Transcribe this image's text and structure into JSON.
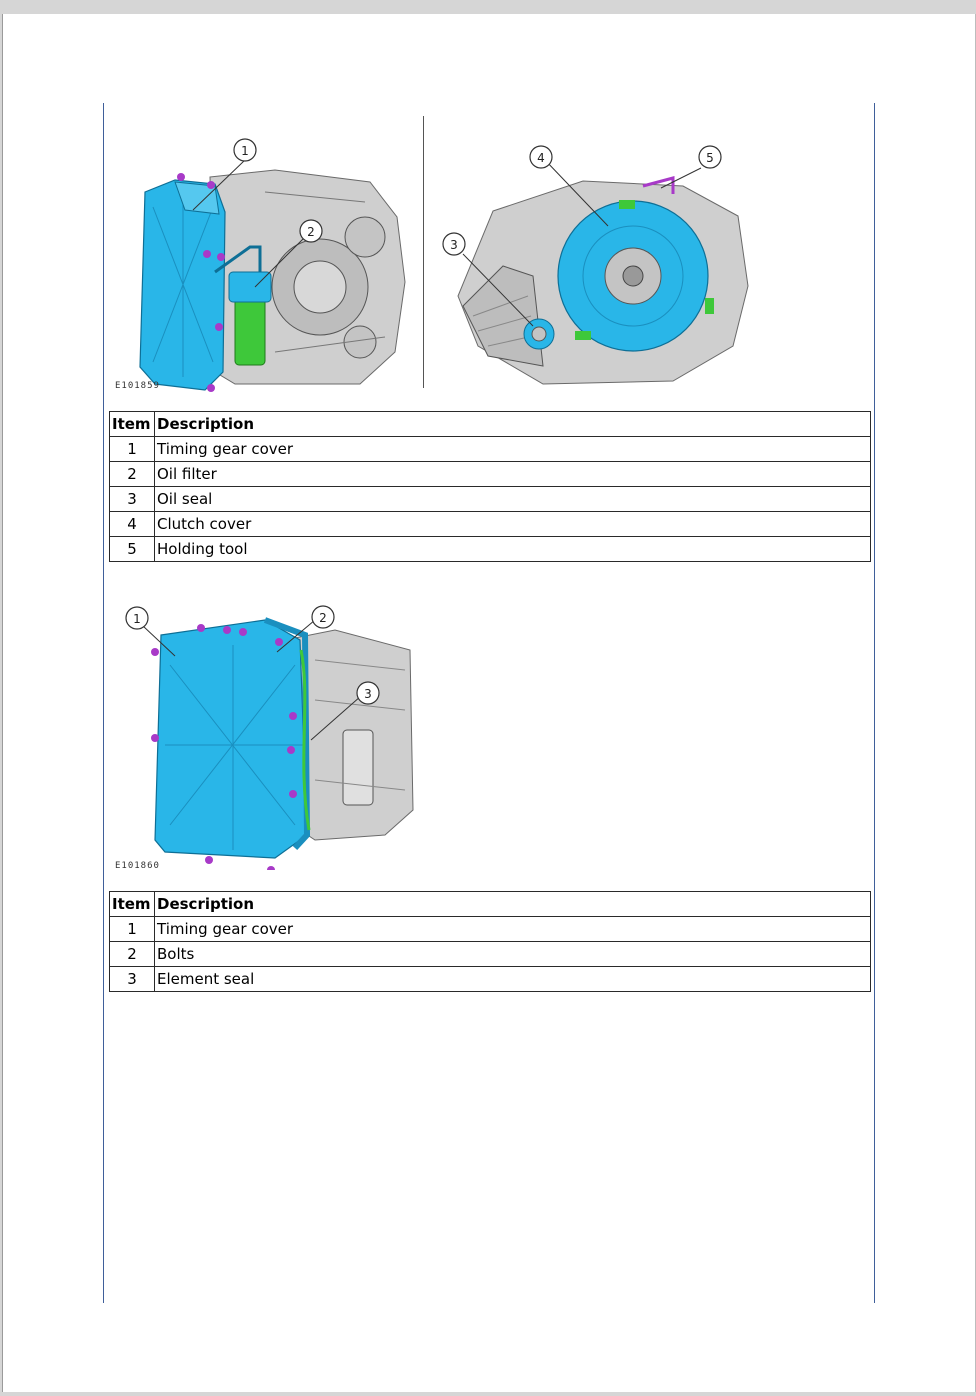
{
  "figures": [
    {
      "code": "E101859"
    },
    {
      "code": "E101860"
    }
  ],
  "tables": [
    {
      "header": {
        "item": "Item",
        "description": "Description"
      },
      "rows": [
        {
          "item": "1",
          "description": "Timing gear cover"
        },
        {
          "item": "2",
          "description": "Oil filter"
        },
        {
          "item": "3",
          "description": "Oil seal"
        },
        {
          "item": "4",
          "description": "Clutch cover"
        },
        {
          "item": "5",
          "description": "Holding tool"
        }
      ]
    },
    {
      "header": {
        "item": "Item",
        "description": "Description"
      },
      "rows": [
        {
          "item": "1",
          "description": "Timing gear cover"
        },
        {
          "item": "2",
          "description": "Bolts"
        },
        {
          "item": "3",
          "description": "Element seal"
        }
      ]
    }
  ],
  "callouts": {
    "fig1_left": [
      "1",
      "2"
    ],
    "fig1_right": [
      "3",
      "4",
      "5"
    ],
    "fig2": [
      "1",
      "2",
      "3"
    ]
  },
  "colors": {
    "cover_blue": "#29b6e8",
    "filter_green": "#3ec83a",
    "bolt_purple": "#a83ac8",
    "casing_grey": "#c9c9c9",
    "margin_line": "#3f5f9a"
  }
}
